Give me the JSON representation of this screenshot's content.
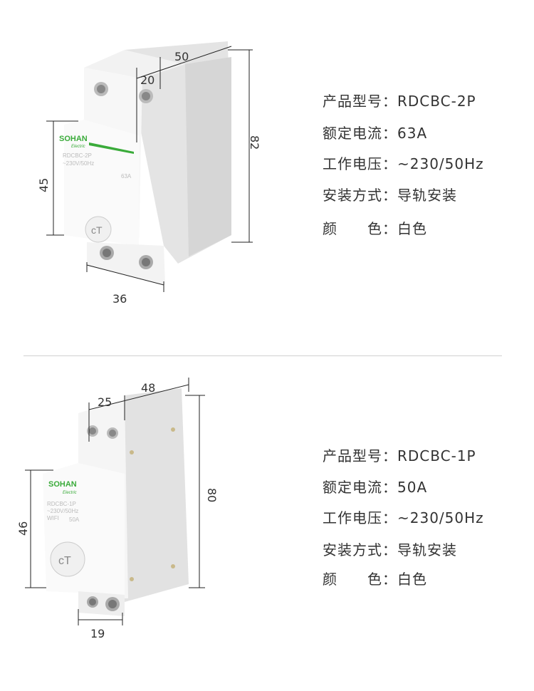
{
  "products": [
    {
      "device_label": {
        "brand": "SOHAN",
        "brand_sub": "Electric",
        "model": "RDCBC-2P",
        "voltage": "~230V/50Hz",
        "rating": "63A",
        "extra": ""
      },
      "dimensions": {
        "depth": "50",
        "top_offset": "20",
        "height": "82",
        "front_height": "45",
        "width": "36"
      },
      "specs": [
        {
          "label": "产品型号：",
          "value": "RDCBC-2P"
        },
        {
          "label": "额定电流：",
          "value": "63A"
        },
        {
          "label": "工作电压：",
          "value": "~230/50Hz"
        },
        {
          "label": "安装方式：",
          "value": "导轨安装"
        },
        {
          "label": "颜　　色：",
          "value": "白色"
        }
      ]
    },
    {
      "device_label": {
        "brand": "SOHAN",
        "brand_sub": "Electric",
        "model": "RDCBC-1P",
        "voltage": "~230V/50Hz",
        "rating": "50A",
        "extra": "WIFI"
      },
      "dimensions": {
        "depth": "48",
        "top_offset": "25",
        "height": "80",
        "front_height": "46",
        "width": "19"
      },
      "specs": [
        {
          "label": "产品型号：",
          "value": "RDCBC-1P"
        },
        {
          "label": "额定电流：",
          "value": "50A"
        },
        {
          "label": "工作电压：",
          "value": "~230/50Hz"
        },
        {
          "label": "安装方式：",
          "value": "导轨安装"
        },
        {
          "label": "颜　　色：",
          "value": "白色"
        }
      ]
    }
  ]
}
